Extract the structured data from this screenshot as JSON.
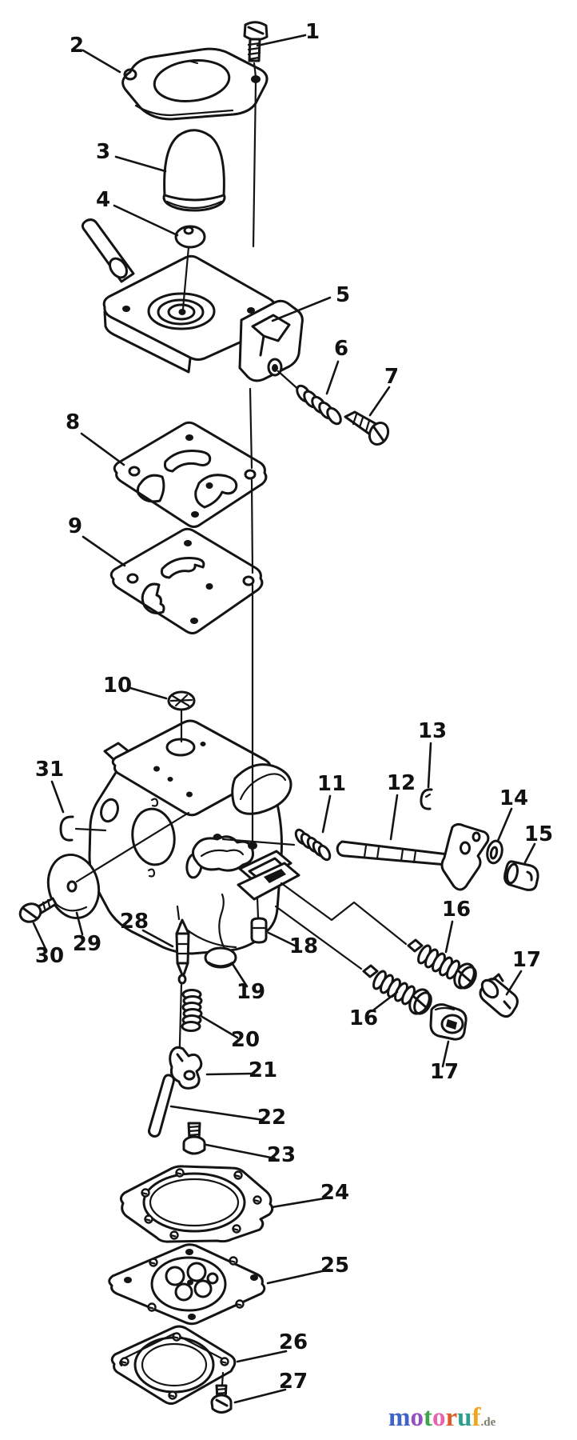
{
  "figure": {
    "type": "exploded-parts-diagram",
    "callouts": [
      {
        "num": "1",
        "part": "screw"
      },
      {
        "num": "2",
        "part": "flange-gasket"
      },
      {
        "num": "3",
        "part": "primer-bulb"
      },
      {
        "num": "4",
        "part": "valve-disc"
      },
      {
        "num": "5",
        "part": "primer-base"
      },
      {
        "num": "6",
        "part": "spring"
      },
      {
        "num": "7",
        "part": "screw"
      },
      {
        "num": "8",
        "part": "pump-gasket"
      },
      {
        "num": "9",
        "part": "pump-diaphragm"
      },
      {
        "num": "10",
        "part": "inlet-screen"
      },
      {
        "num": "11",
        "part": "spring"
      },
      {
        "num": "12",
        "part": "throttle-shaft"
      },
      {
        "num": "13",
        "part": "clip"
      },
      {
        "num": "14",
        "part": "washer"
      },
      {
        "num": "15",
        "part": "bushing"
      },
      {
        "num": "16",
        "part": "needle-screw-upper"
      },
      {
        "num": "16",
        "part": "needle-screw-lower"
      },
      {
        "num": "17",
        "part": "limiter-cap-right"
      },
      {
        "num": "17",
        "part": "limiter-cap-lower"
      },
      {
        "num": "18",
        "part": "plug"
      },
      {
        "num": "19",
        "part": "welch-plug"
      },
      {
        "num": "20",
        "part": "spring"
      },
      {
        "num": "21",
        "part": "metering-lever"
      },
      {
        "num": "22",
        "part": "pin"
      },
      {
        "num": "23",
        "part": "screw"
      },
      {
        "num": "24",
        "part": "metering-gasket"
      },
      {
        "num": "25",
        "part": "metering-diaphragm"
      },
      {
        "num": "26",
        "part": "metering-cover"
      },
      {
        "num": "27",
        "part": "screw"
      },
      {
        "num": "28",
        "part": "needle"
      },
      {
        "num": "29",
        "part": "disc-diaphragm"
      },
      {
        "num": "30",
        "part": "screw"
      },
      {
        "num": "31",
        "part": "clip"
      }
    ]
  },
  "watermark": {
    "text": "motoruf",
    "suffix": ".de",
    "suffix_color": "#7b7b6e",
    "letters": [
      {
        "ch": "m",
        "color": "#3f63c9"
      },
      {
        "ch": "o",
        "color": "#9550c0"
      },
      {
        "ch": "t",
        "color": "#3fa34d"
      },
      {
        "ch": "o",
        "color": "#e563b0"
      },
      {
        "ch": "r",
        "color": "#e05a2d"
      },
      {
        "ch": "u",
        "color": "#2e9e8f"
      },
      {
        "ch": "f",
        "color": "#eda522"
      }
    ]
  }
}
